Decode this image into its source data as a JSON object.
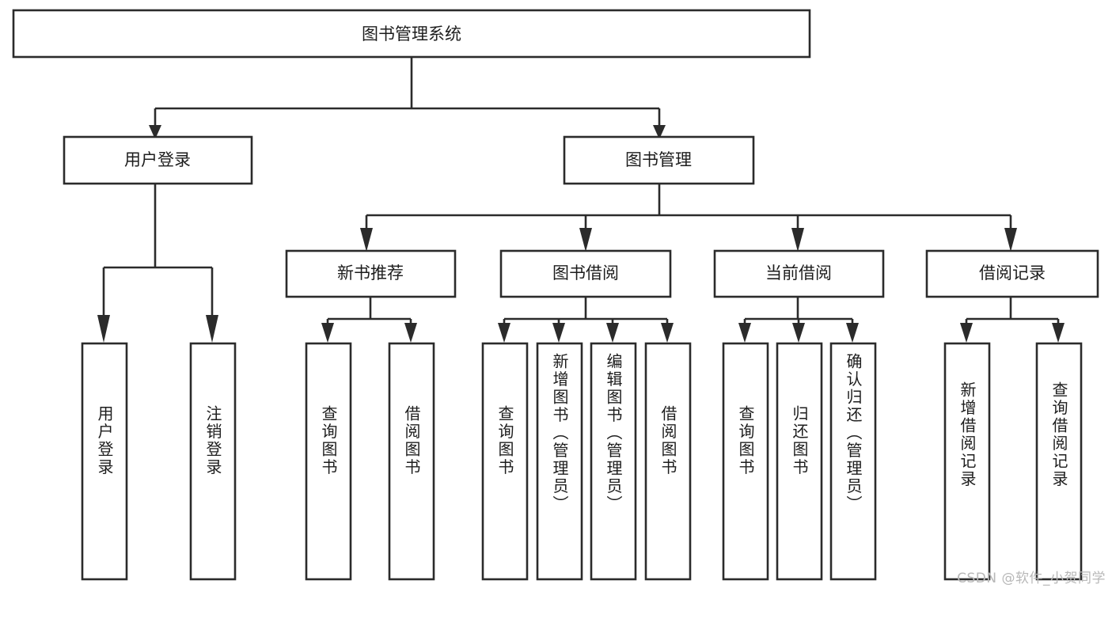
{
  "diagram": {
    "type": "tree-hierarchy",
    "title": "图书管理系统",
    "background_color": "#ffffff",
    "box_stroke_color": "#2b2b2b",
    "box_fill_color": "#ffffff",
    "text_color": "#1d1d1d",
    "root": {
      "label": "图书管理系统",
      "orientation": "horizontal"
    },
    "level2": [
      {
        "label": "用户登录",
        "orientation": "horizontal"
      },
      {
        "label": "图书管理",
        "orientation": "horizontal"
      }
    ],
    "level3": [
      {
        "label": "新书推荐",
        "orientation": "horizontal",
        "parent": "图书管理"
      },
      {
        "label": "图书借阅",
        "orientation": "horizontal",
        "parent": "图书管理"
      },
      {
        "label": "当前借阅",
        "orientation": "horizontal",
        "parent": "图书管理"
      },
      {
        "label": "借阅记录",
        "orientation": "horizontal",
        "parent": "图书管理"
      }
    ],
    "leaves": [
      {
        "label": "用户登录",
        "orientation": "vertical",
        "parent": "用户登录"
      },
      {
        "label": "注销登录",
        "orientation": "vertical",
        "parent": "用户登录"
      },
      {
        "label": "查询图书",
        "orientation": "vertical",
        "parent": "新书推荐"
      },
      {
        "label": "借阅图书",
        "orientation": "vertical",
        "parent": "新书推荐"
      },
      {
        "label": "查询图书",
        "orientation": "vertical",
        "parent": "图书借阅"
      },
      {
        "label": "新增图书（管理员）",
        "orientation": "vertical",
        "parent": "图书借阅"
      },
      {
        "label": "编辑图书（管理员）",
        "orientation": "vertical",
        "parent": "图书借阅"
      },
      {
        "label": "借阅图书",
        "orientation": "vertical",
        "parent": "图书借阅"
      },
      {
        "label": "查询图书",
        "orientation": "vertical",
        "parent": "当前借阅"
      },
      {
        "label": "归还图书",
        "orientation": "vertical",
        "parent": "当前借阅"
      },
      {
        "label": "确认归还（管理员）",
        "orientation": "vertical",
        "parent": "当前借阅"
      },
      {
        "label": "新增借阅记录",
        "orientation": "vertical",
        "parent": "借阅记录"
      },
      {
        "label": "查询借阅记录",
        "orientation": "vertical",
        "parent": "借阅记录"
      }
    ]
  },
  "watermark": {
    "text": "CSDN @软件_小贺同学",
    "color": "#b8b8b8"
  }
}
